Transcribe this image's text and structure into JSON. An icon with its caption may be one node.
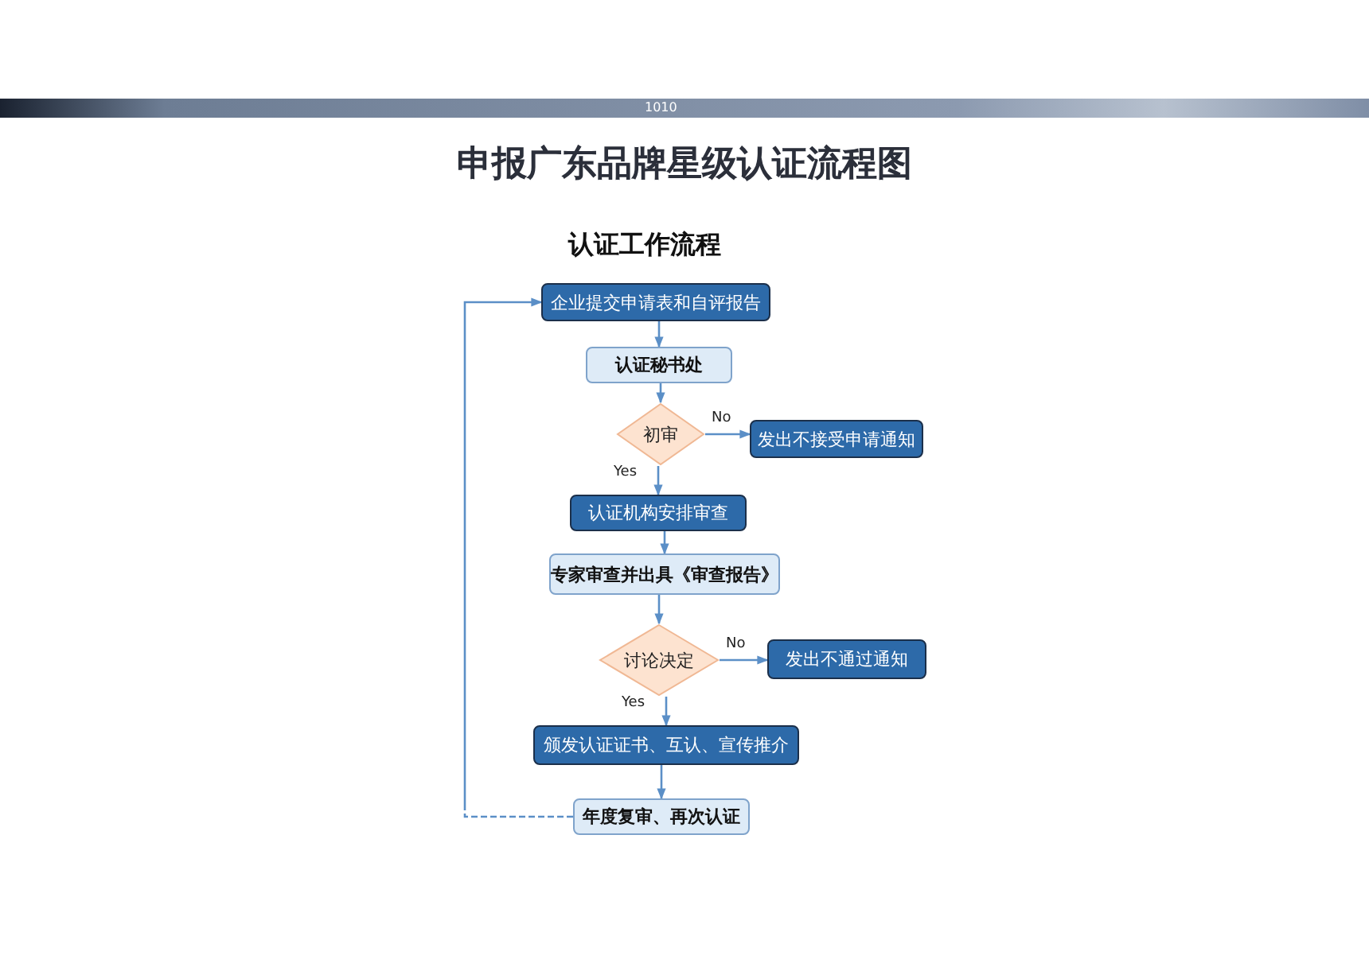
{
  "diagram": {
    "title": "申报广东品牌星级认证流程图",
    "nodes": [
      {
        "text": [
          "企业提交申请表和自评报告"
        ]
      },
      {
        "text": [
          "认证秘书处"
        ]
      },
      {
        "text": [
          "初审"
        ]
      },
      {
        "text": [
          "发出不接受申请通知"
        ]
      },
      {
        "text": [
          "认证机构安排审查"
        ]
      },
      {
        "text": [
          "专家审查并出具《审查报告》"
        ]
      },
      {
        "text": [
          "讨论决定"
        ]
      },
      {
        "text": [
          "发出不通过通知"
        ]
      },
      {
        "text": [
          "颁发认证证书、互认、宣传推介"
        ]
      },
      {
        "text": [
          "年度复审、再次认证"
        ]
      }
    ],
    "edges": [
      {
        "from": 0,
        "to": 1,
        "arrow": "to"
      },
      {
        "from": 1,
        "to": 2,
        "arrow": "to"
      },
      {
        "from": 2,
        "to": 3,
        "arrow": "to",
        "label": "No"
      },
      {
        "from": 2,
        "to": 4,
        "arrow": "to",
        "label": "Yes"
      },
      {
        "from": 4,
        "to": 5,
        "arrow": "to"
      },
      {
        "from": 5,
        "to": 6,
        "arrow": "to"
      },
      {
        "from": 6,
        "to": 7,
        "arrow": "to",
        "label": "No"
      },
      {
        "from": 6,
        "to": 8,
        "arrow": "to",
        "label": "Yes"
      },
      {
        "from": 8,
        "to": 9,
        "arrow": "to"
      },
      {
        "from": 9,
        "to": 0,
        "arrow": "to",
        "style": "dashed"
      }
    ],
    "labels": [
      "1010",
      "认证工作流程"
    ]
  }
}
